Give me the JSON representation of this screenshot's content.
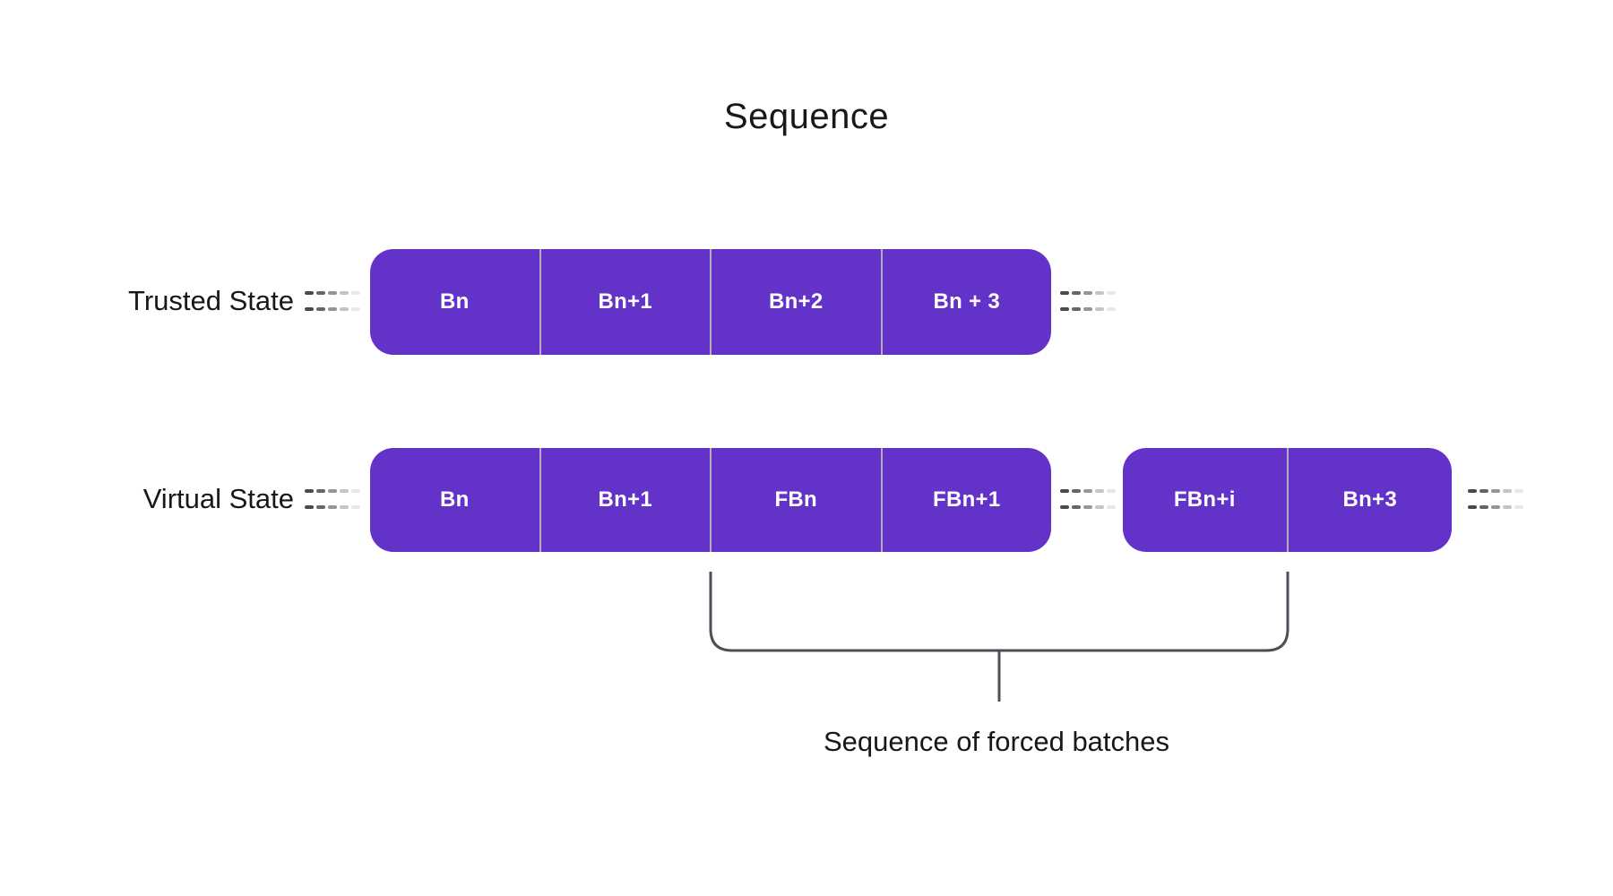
{
  "title": "Sequence",
  "rows": {
    "trusted": {
      "label": "Trusted State",
      "segments": [
        "Bn",
        "Bn+1",
        "Bn+2",
        "Bn + 3"
      ]
    },
    "virtual": {
      "label": "Virtual State",
      "group1": [
        "Bn",
        "Bn+1",
        "FBn",
        "FBn+1"
      ],
      "group2": [
        "FBn+i",
        "Bn+3"
      ]
    }
  },
  "bracket": {
    "label": "Sequence of forced batches"
  },
  "colors": {
    "block_purple": "#6332C8",
    "segment_divider": "#B3AFB8",
    "bracket_line": "#4E4E58",
    "text_dark": "#17171C",
    "dash_color": "#3F3F46"
  }
}
